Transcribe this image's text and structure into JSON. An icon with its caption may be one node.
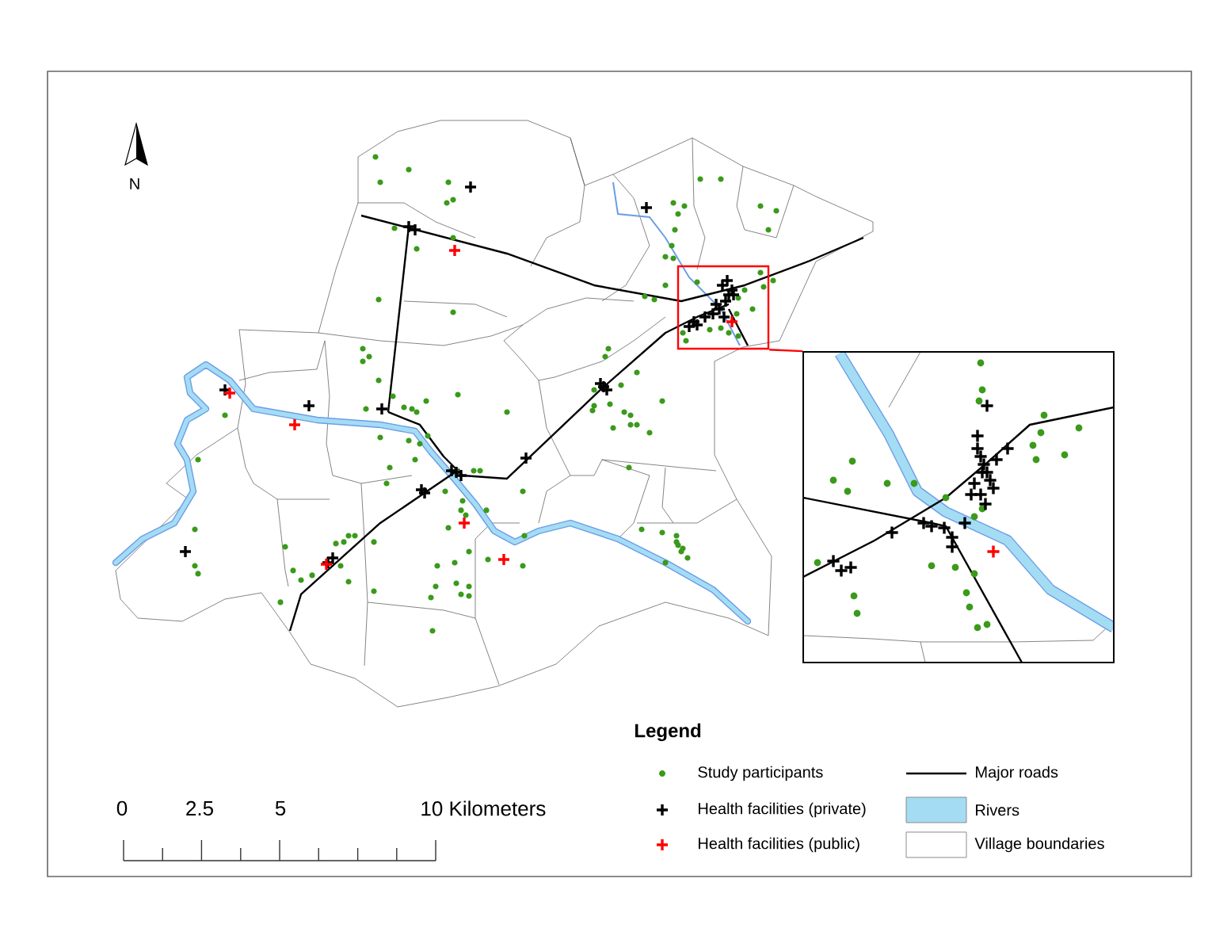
{
  "diagram": {
    "nodes": [
      {
        "text": [],
        "shape": "box"
      },
      {
        "text": [],
        "shape": "picture"
      }
    ],
    "edges": [
      {
        "from": 0,
        "to": 1,
        "arrow": "none"
      }
    ],
    "labels": [
      "N",
      "Legend",
      "0",
      "2.5",
      "5",
      "10 Kilometers"
    ],
    "legend": [
      {
        "text": "Study participants"
      },
      {
        "text": "Major roads"
      },
      {
        "text": "Health facilities (private)"
      },
      {
        "text": "Rivers",
        "color": "#a4dcf4"
      },
      {
        "text": "Health facilities (public)"
      },
      {
        "text": "Village boundaries"
      }
    ]
  }
}
